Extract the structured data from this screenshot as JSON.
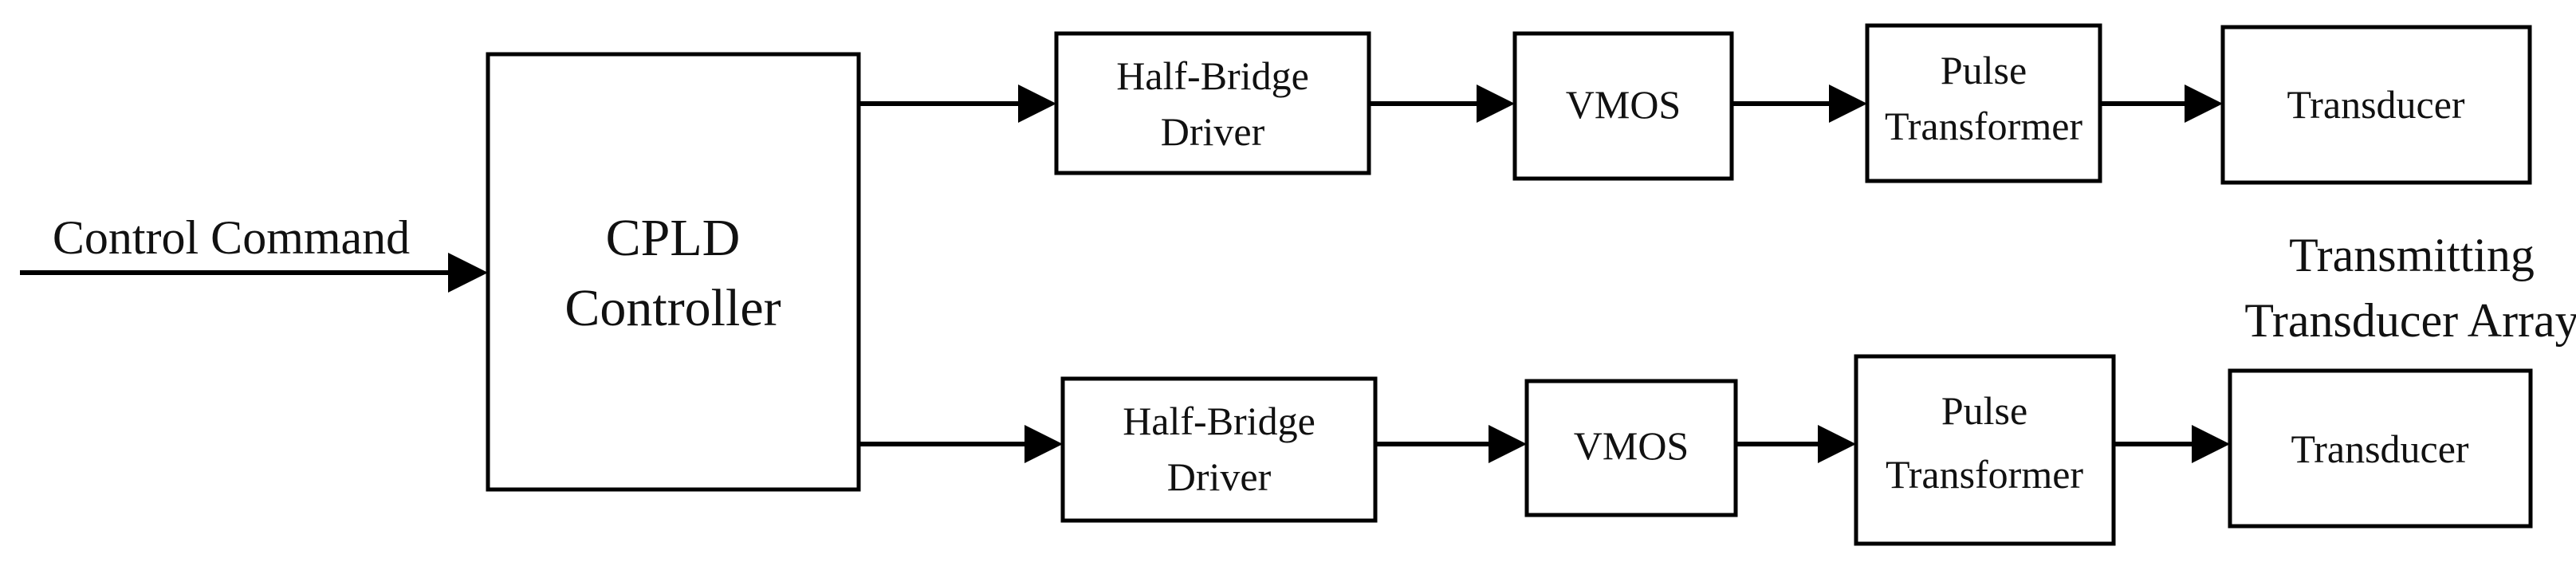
{
  "input_label": "Control Command",
  "controller": {
    "line1": "CPLD",
    "line2": "Controller"
  },
  "channels": [
    {
      "driver": {
        "line1": "Half-Bridge",
        "line2": "Driver"
      },
      "vmos": "VMOS",
      "transformer": {
        "line1": "Pulse",
        "line2": "Transformer"
      },
      "transducer": "Transducer"
    },
    {
      "driver": {
        "line1": "Half-Bridge",
        "line2": "Driver"
      },
      "vmos": "VMOS",
      "transformer": {
        "line1": "Pulse",
        "line2": "Transformer"
      },
      "transducer": "Transducer"
    }
  ],
  "array_label": {
    "line1": "Transmitting",
    "line2": "Transducer Array"
  }
}
